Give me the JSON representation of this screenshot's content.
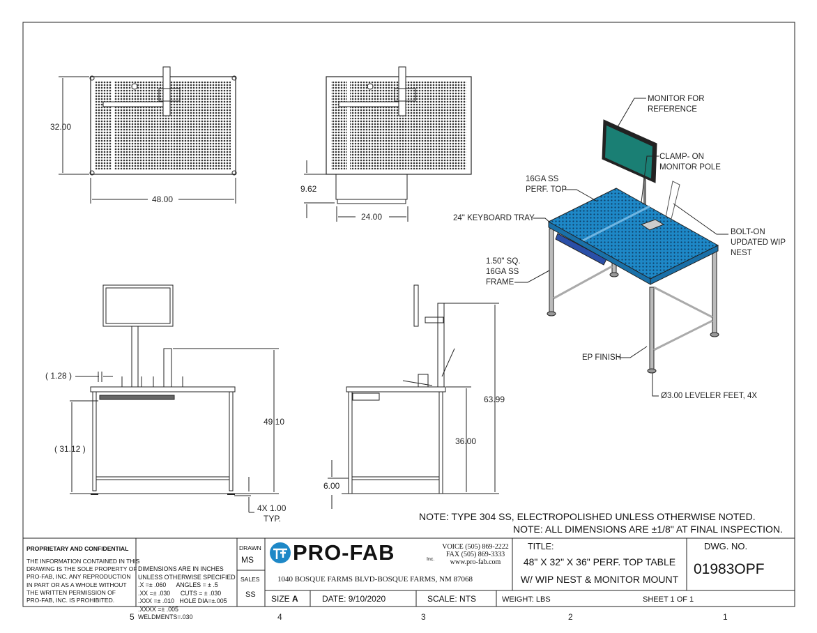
{
  "views": {
    "top_dims": {
      "depth": "32.00",
      "width": "48.00"
    },
    "top2_dims": {
      "tray_depth": "9.62",
      "tray_width": "24.00"
    },
    "front_dims": {
      "offset": "( 1.28 )",
      "tray_height": "( 31.12 )",
      "nest_height": "49.10",
      "feet": "4X 1.00",
      "feet_typ": "TYP."
    },
    "side_dims": {
      "overall_height": "63.99",
      "table_height": "36.00",
      "crossbar_height": "6.00"
    }
  },
  "callouts": {
    "monitor": [
      "MONITOR FOR",
      "REFERENCE"
    ],
    "clamp": [
      "CLAMP- ON",
      "MONITOR POLE"
    ],
    "perf_top": [
      "16GA SS",
      "PERF. TOP"
    ],
    "keyboard_tray": "24\" KEYBOARD TRAY",
    "wip_nest": [
      "BOLT-ON",
      "UPDATED WIP",
      "NEST"
    ],
    "frame": [
      "1.50\" SQ.",
      "16GA SS",
      "FRAME"
    ],
    "finish": "EP FINISH",
    "feet": "Ø3.00 LEVELER FEET, 4X"
  },
  "notes": [
    "NOTE: TYPE 304 SS, ELECTROPOLISHED UNLESS OTHERWISE NOTED.",
    "NOTE: ALL DIMENSIONS ARE ±1/8\" AT FINAL INSPECTION."
  ],
  "title_block": {
    "proprietary_title": "PROPRIETARY AND CONFIDENTIAL",
    "proprietary_text": [
      "THE INFORMATION CONTAINED IN THIS",
      "DRAWING IS THE SOLE PROPERTY OF",
      "PRO-FAB, INC.  ANY REPRODUCTION",
      "IN PART OR AS A WHOLE WITHOUT",
      "THE WRITTEN PERMISSION OF",
      "PRO-FAB, INC. IS PROHIBITED."
    ],
    "tolerances": [
      "DIMENSIONS ARE IN INCHES",
      "UNLESS OTHERWISE SPECIFIED",
      ".X =± .060      ANGLES = ± .5",
      ".XX =± .030      CUTS = ± .030",
      ".XXX =± .010   HOLE DIA=±.005",
      ".XXXX =± .005",
      "WELDMENTS=.030"
    ],
    "drawn_label": "DRAWN",
    "drawn_value": "MS",
    "sales_label": "SALES",
    "sales_value": "SS",
    "company": "PRO-FAB",
    "company_suffix": "Inc.",
    "voice": "VOICE (505) 869-2222",
    "fax": "FAX (505) 869-3333",
    "web": "www.pro-fab.com",
    "address": "1040 BOSQUE FARMS BLVD-BOSQUE FARMS, NM 87068",
    "title_label": "TITLE:",
    "title_lines": [
      "48\" X 32\" X 36\" PERF. TOP TABLE",
      "W/ WIP NEST & MONITOR MOUNT"
    ],
    "dwg_no_label": "DWG.  NO.",
    "dwg_no": "01983OPF",
    "size_label": "SIZE",
    "size": "A",
    "date": "DATE:  9/10/2020",
    "scale": "SCALE: NTS",
    "weight": "WEIGHT:  LBS",
    "sheet": "SHEET 1 OF 1"
  },
  "zones": [
    "5",
    "4",
    "3",
    "2",
    "1"
  ],
  "colors": {
    "accent": "#1e88c7",
    "monitor": "#1a7f74",
    "tray": "#2a4fa8"
  }
}
